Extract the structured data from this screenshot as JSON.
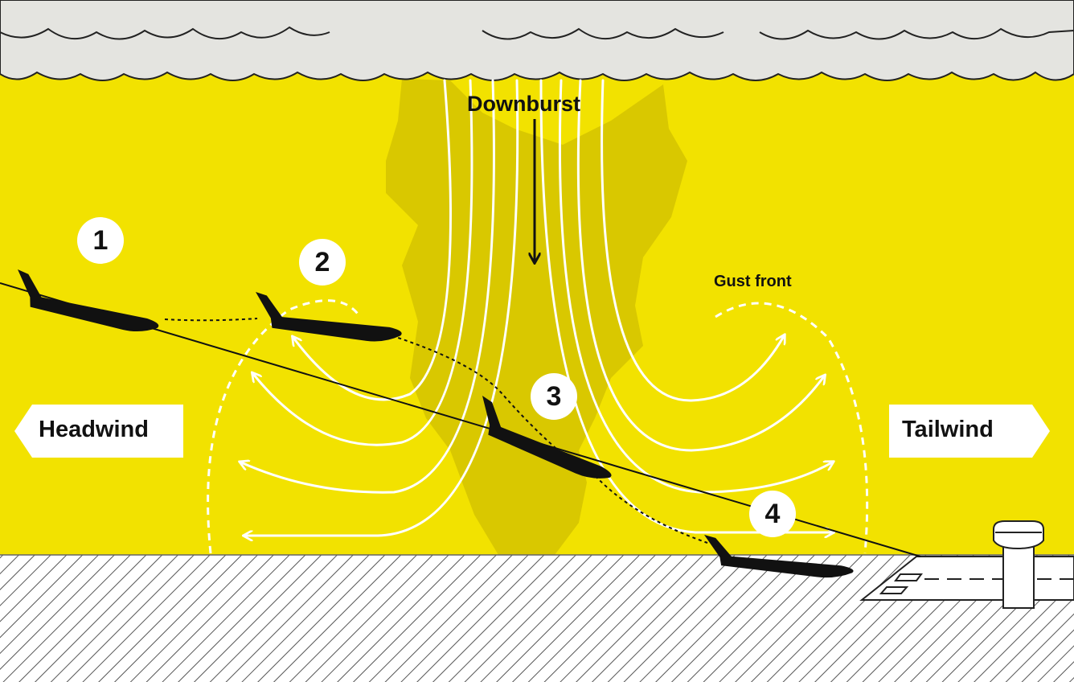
{
  "diagram": {
    "title": "Downburst",
    "gust_label": "Gust front",
    "headwind_label": "Headwind",
    "tailwind_label": "Tailwind",
    "stages": [
      "1",
      "2",
      "3",
      "4"
    ]
  },
  "colors": {
    "sky": "#f2e200",
    "shadow": "#d9c800",
    "cloud": "#e4e4e0",
    "flow": "#ffffff",
    "aircraft": "#111111",
    "ground_hatch": "#555555"
  },
  "icons": [
    "cloud-icon",
    "airplane-icon",
    "control-tower-icon",
    "runway-icon",
    "arrow-down-icon"
  ]
}
